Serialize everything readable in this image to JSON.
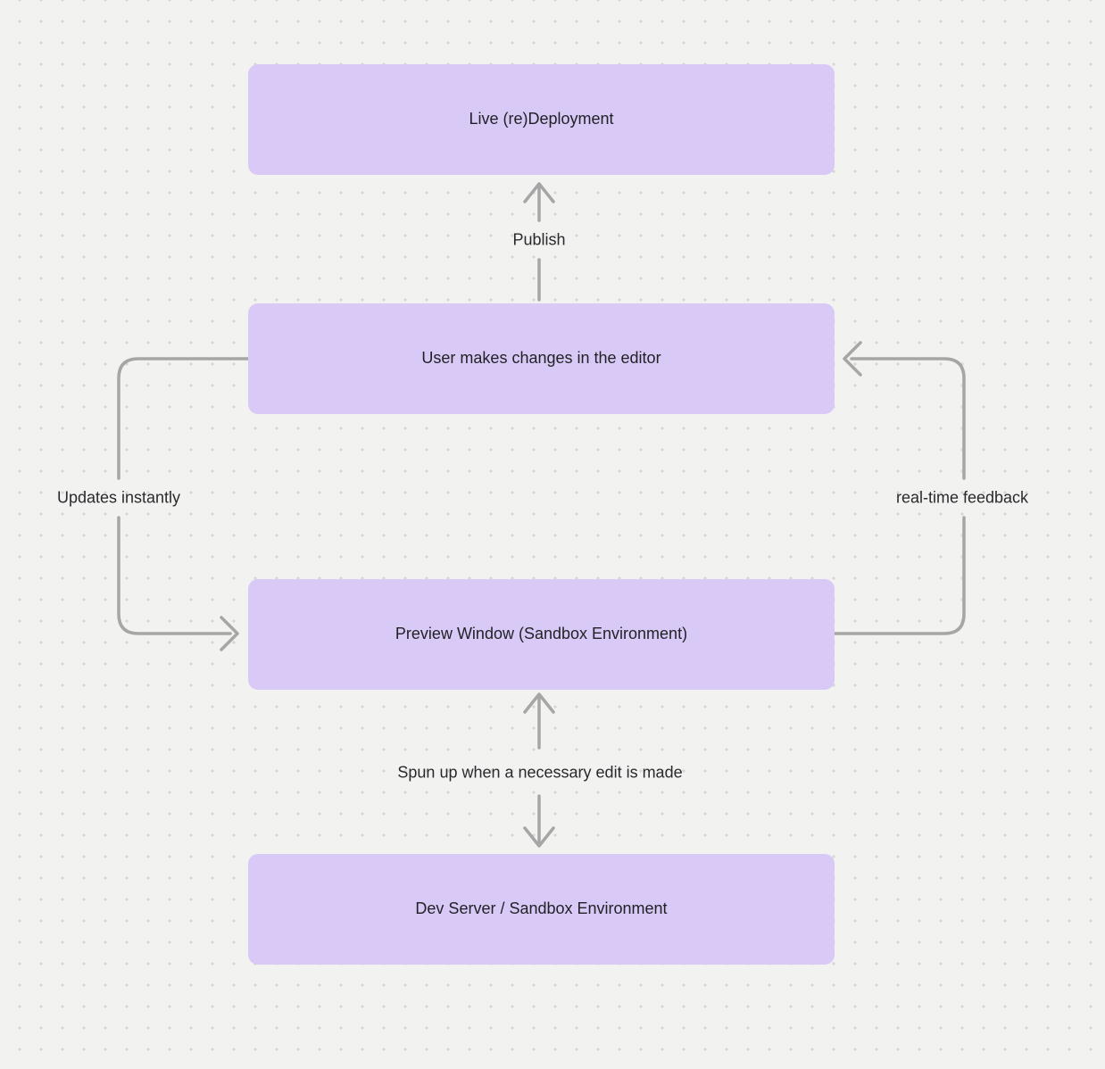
{
  "canvas": {
    "background": "#f2f2f0",
    "dot_color": "#d7d7d4"
  },
  "diagram": {
    "type": "flowchart",
    "node_fill_color": "#d9c9f7",
    "arrow_color": "#a6a6a6",
    "nodes": [
      {
        "id": "live-redeployment",
        "label": "Live (re)Deployment"
      },
      {
        "id": "user-editor-changes",
        "label": "User makes changes in the editor"
      },
      {
        "id": "preview-window",
        "label": "Preview Window (Sandbox Environment)"
      },
      {
        "id": "dev-server",
        "label": "Dev Server / Sandbox Environment"
      }
    ],
    "edges": [
      {
        "id": "publish",
        "label": "Publish",
        "from": "user-editor-changes",
        "to": "live-redeployment",
        "bidirectional": false
      },
      {
        "id": "updates-instantly",
        "label": "Updates instantly",
        "from": "user-editor-changes",
        "to": "preview-window",
        "bidirectional": false
      },
      {
        "id": "realtime-feedback",
        "label": "real-time feedback",
        "from": "preview-window",
        "to": "user-editor-changes",
        "bidirectional": false
      },
      {
        "id": "spun-up",
        "label": "Spun up when a necessary edit is made",
        "from": "preview-window",
        "to": "dev-server",
        "bidirectional": true
      }
    ]
  }
}
